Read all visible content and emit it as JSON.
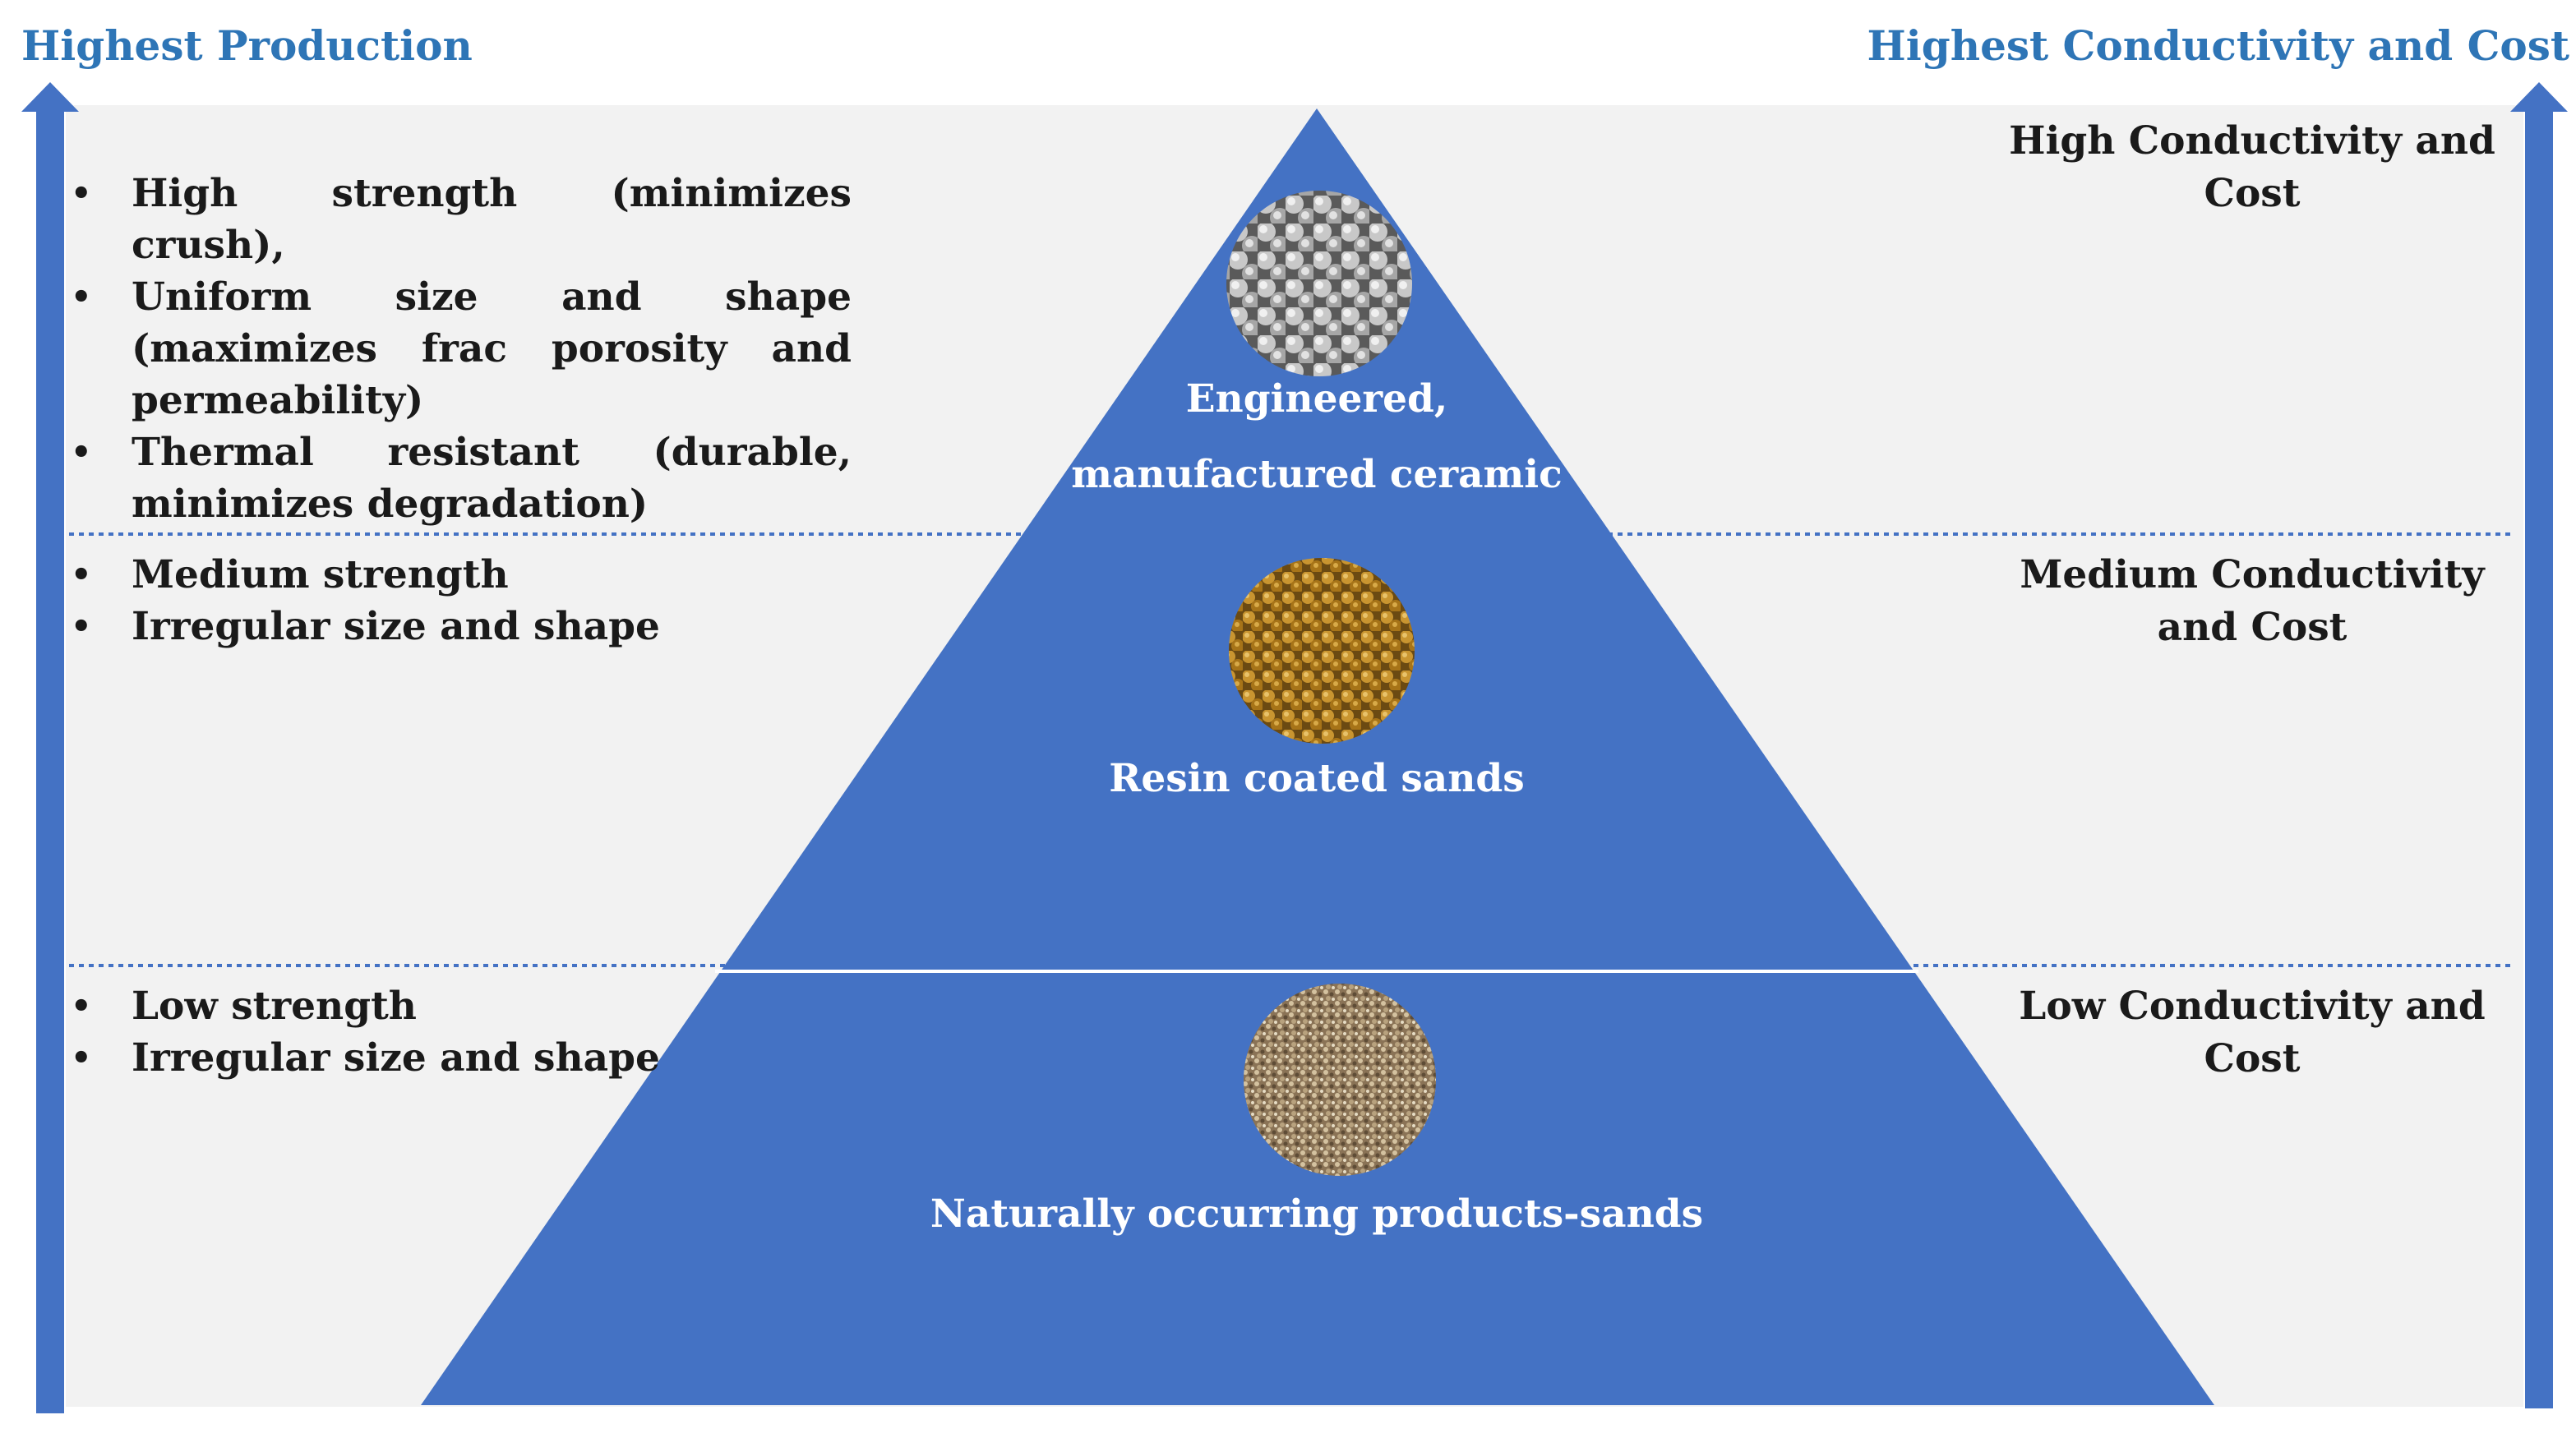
{
  "header": {
    "left_title": "Highest Production",
    "right_title": "Highest Conductivity and Cost"
  },
  "tiers": [
    {
      "label": "Engineered, manufactured ceramic",
      "material": "ceramic",
      "properties": [
        "High strength (minimizes crush),",
        "Uniform size and shape (maximizes frac porosity and permeability)",
        "Thermal resistant (durable, minimizes degradation)"
      ],
      "conductivity_cost": "High Conductivity and Cost"
    },
    {
      "label": "Resin coated sands",
      "material": "resin-coated-sand",
      "properties": [
        "Medium strength",
        "Irregular size and shape"
      ],
      "conductivity_cost": "Medium Conductivity and Cost"
    },
    {
      "label": "Naturally occurring products-sands",
      "material": "natural-sand",
      "properties": [
        "Low strength",
        "Irregular size and shape"
      ],
      "conductivity_cost": "Low Conductivity and Cost"
    }
  ],
  "colors": {
    "pyramid": "#4472c4",
    "arrow": "#4472c4",
    "title": "#2e75b6",
    "panel": "#f2f2f2",
    "divider": "#4472c4"
  }
}
